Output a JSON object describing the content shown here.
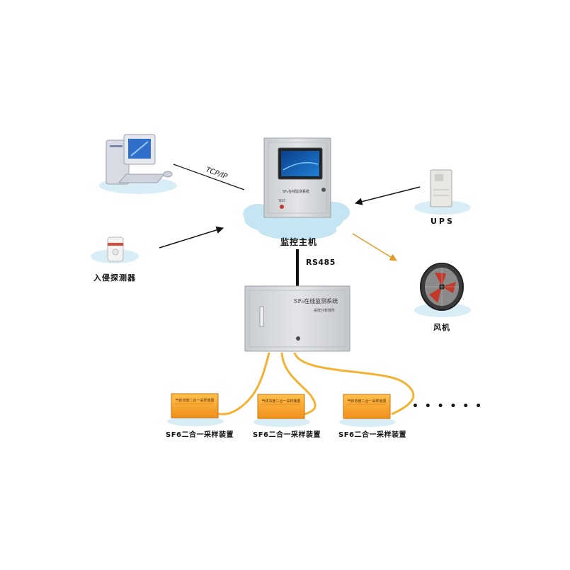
{
  "nodes": {
    "pc_link_label": "TCP/IP",
    "host_label": "监控主机",
    "host_screen_caption": "SF₆在线监测系统",
    "host_button": "TEST",
    "ups_label": "UPS",
    "fan_label": "风机",
    "intrusion_label": "入侵探测器",
    "bus_label": "RS485",
    "controller_title": "SF₆在线监测系统",
    "controller_subtitle": "采样分析部件",
    "sampler_panel_text": "气体浓度二合一采样装置",
    "sampler_labels": [
      "SF6二合一采样装置",
      "SF6二合一采样装置",
      "SF6二合一采样装置"
    ],
    "more_dots": "• • • • • •"
  },
  "colors": {
    "cable": "#f2b233",
    "arrow": "#111111",
    "fan_arrow": "#e39a2b",
    "cabinet": "#d7dadd",
    "sampler": "#f5a623",
    "cloud": "#bfe3f2"
  }
}
